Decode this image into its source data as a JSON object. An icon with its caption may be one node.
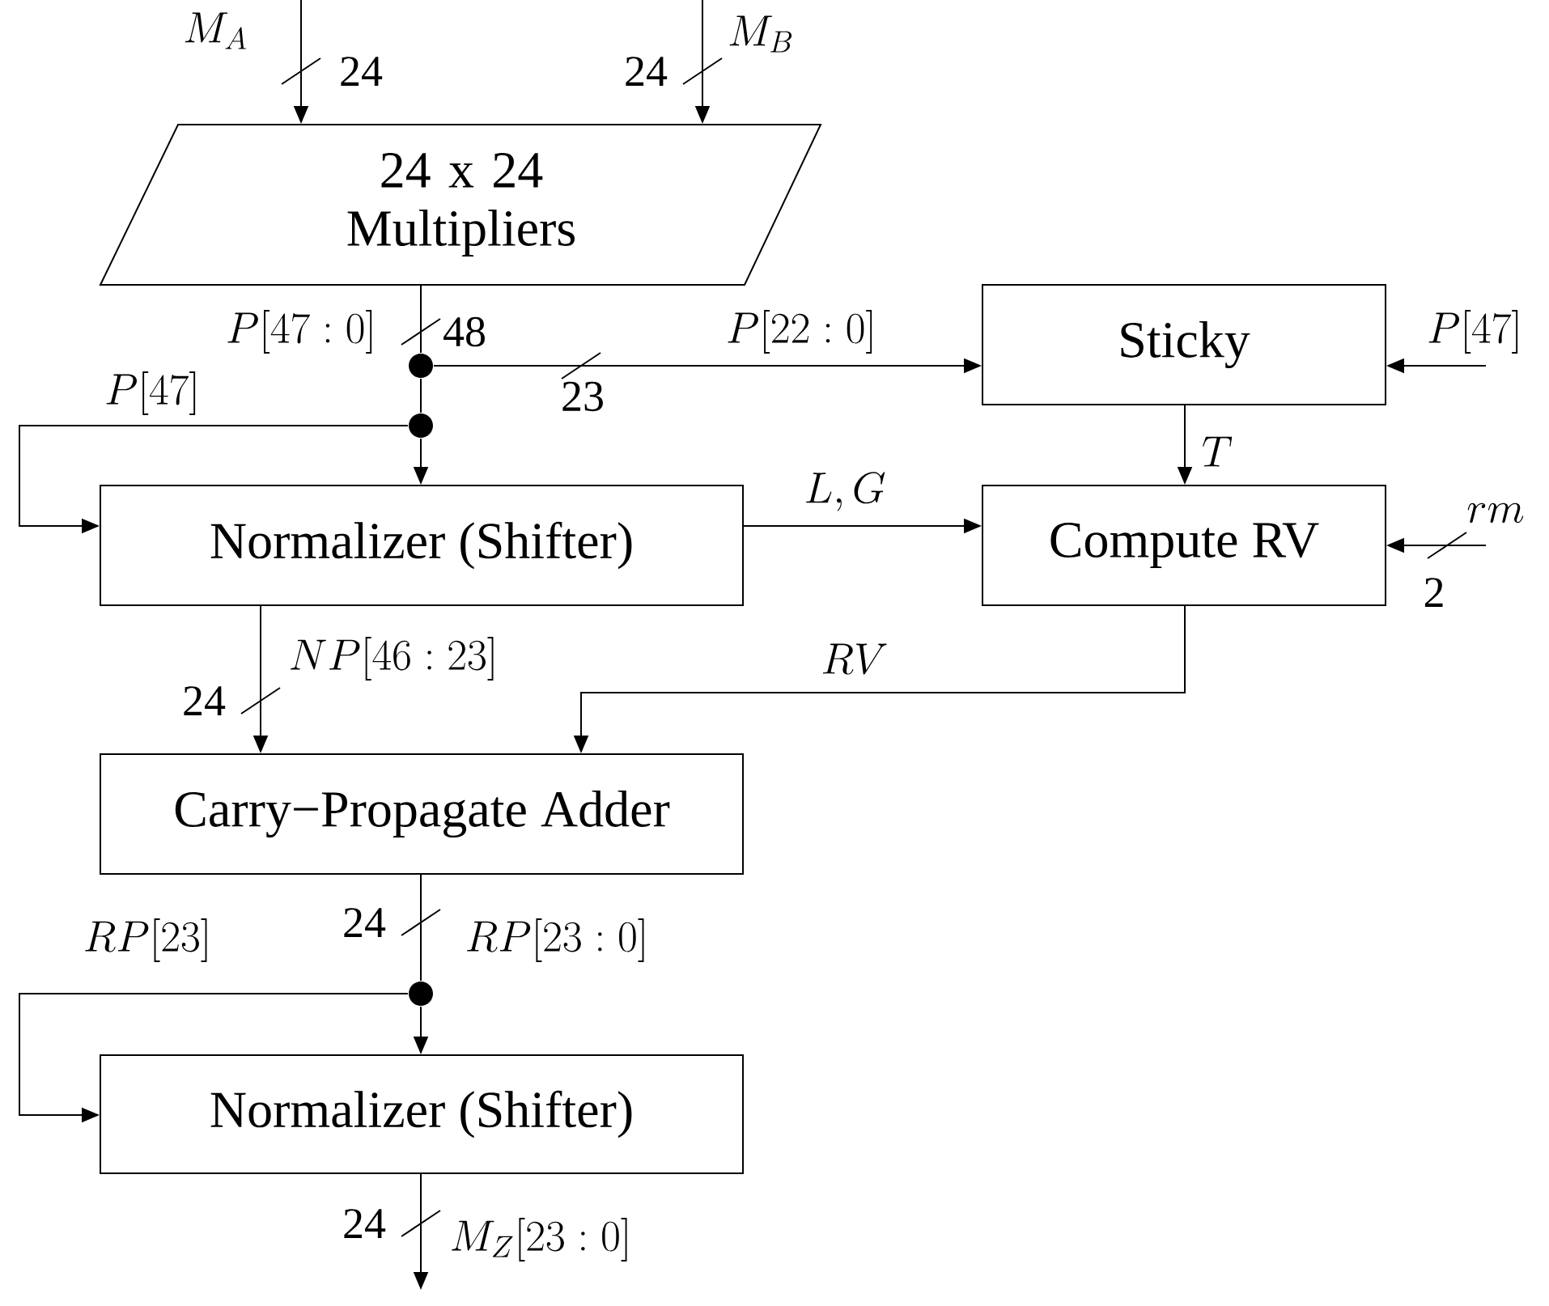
{
  "diagram": {
    "nodes": [
      {
        "text": [
          "24 x 24 Multipliers"
        ]
      },
      {
        "text": [
          "Sticky"
        ]
      },
      {
        "text": [
          "Normalizer (Shifter)"
        ]
      },
      {
        "text": [
          "Compute RV"
        ]
      },
      {
        "text": [
          "Carry−Propagate Adder"
        ]
      },
      {
        "text": [
          "Normalizer (Shifter)"
        ]
      },
      {
        "text": [],
        "shape": "circle"
      },
      {
        "text": [],
        "shape": "circle"
      },
      {
        "text": [],
        "shape": "circle"
      }
    ],
    "edges": [
      {
        "from": null,
        "to": 0,
        "arrow": "to",
        "label": "M_A"
      },
      {
        "from": null,
        "to": 0,
        "arrow": "to",
        "label": "M_B"
      },
      {
        "from": 0,
        "to": 6,
        "arrow": "none",
        "label": "P[47:0]"
      },
      {
        "from": 6,
        "to": 1,
        "arrow": "to",
        "label": "P[22:0]"
      },
      {
        "from": 6,
        "to": 7,
        "arrow": "none"
      },
      {
        "from": 7,
        "to": 2,
        "arrow": "to"
      },
      {
        "from": 7,
        "to": 2,
        "arrow": "to",
        "label": "P[47]"
      },
      {
        "from": null,
        "to": 1,
        "arrow": "to",
        "label": "P[47]"
      },
      {
        "from": 1,
        "to": 3,
        "arrow": "to",
        "label": "T"
      },
      {
        "from": 2,
        "to": 3,
        "arrow": "to",
        "label": "L,G"
      },
      {
        "from": null,
        "to": 3,
        "arrow": "to",
        "label": "rm"
      },
      {
        "from": 2,
        "to": 4,
        "arrow": "to",
        "label": "NP[46:23]"
      },
      {
        "from": 3,
        "to": 4,
        "arrow": "to",
        "label": "RV"
      },
      {
        "from": 4,
        "to": 8,
        "arrow": "none",
        "label": "RP[23:0]"
      },
      {
        "from": 8,
        "to": 5,
        "arrow": "to"
      },
      {
        "from": 8,
        "to": 5,
        "arrow": "to",
        "label": "RP[23]"
      },
      {
        "from": 5,
        "to": null,
        "arrow": "to",
        "label": "M_Z[23:0]"
      }
    ],
    "labels": [
      "24",
      "24",
      "48",
      "23",
      "2",
      "24",
      "24",
      "24"
    ]
  }
}
